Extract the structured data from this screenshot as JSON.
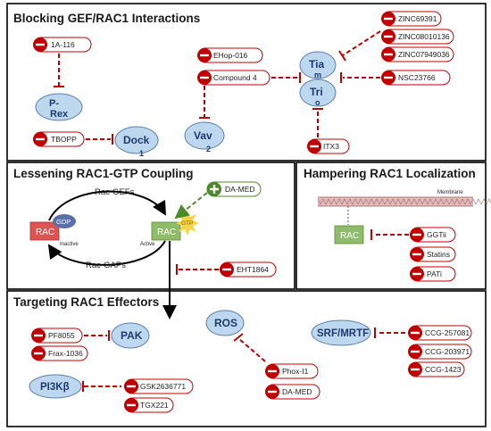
{
  "sections": {
    "blocking": {
      "title": "Blocking GEF/RAC1 Interactions"
    },
    "lessening": {
      "title": "Lessening RAC1-GTP Coupling"
    },
    "hampering": {
      "title": "Hampering RAC1 Localization"
    },
    "targeting": {
      "title": "Targeting RAC1 Effectors"
    }
  },
  "nodes": {
    "prex": [
      "P-",
      "Rex"
    ],
    "dock": [
      "Dock",
      "1"
    ],
    "vav": [
      "Vav",
      "2"
    ],
    "tiam": [
      "Tia",
      "m"
    ],
    "trio": [
      "Tri",
      "o"
    ],
    "pak": "PAK",
    "ros": "ROS",
    "srf": "SRF/MRTF",
    "pi3k": "PI3Kβ"
  },
  "inhibitors": {
    "ia116": "1A-116",
    "tbopp": "TBOPP",
    "ehop": "EHop-016",
    "compound4": "Compound 4",
    "zinc69391": "ZINC69391",
    "zinc08010136": "ZINC08010136",
    "zinc07949036": "ZINC07949036",
    "nsc23766": "NSC23766",
    "itx3": "ITX3",
    "ehtl864": "EHT1864",
    "ggtii": "GGTii",
    "statins": "Statins",
    "pati": "PATi",
    "pf8055": "PF8055",
    "frax": "Frax-1036",
    "gsk": "GSK2636771",
    "tgx": "TGX221",
    "phox": "Phox-I1",
    "damed2": "DA-MED",
    "ccg257081": "CCG-257081",
    "ccg203971": "CCG-203971",
    "ccg1423": "CCG-1423"
  },
  "activator": {
    "damed": "DA-MED"
  },
  "cycle": {
    "rac_gefs": "Rac-GEFs",
    "rac_gaps": "Rac-GAPs",
    "rac_inactive": "RAC",
    "rac_active": "RAC",
    "gdp": "GDP",
    "gtp": "GTP",
    "inactive": "Inactive",
    "active": "Active"
  },
  "localization": {
    "membrane": "Membrane",
    "rac": "RAC"
  },
  "colors": {
    "inhibitor_red": "#c00000",
    "activator_green": "#4a8a2a",
    "node_fill": "#bdd7ee",
    "node_text": "#1f3a6e",
    "rac_inactive": "#e05353",
    "rac_active": "#8fbc6a",
    "gdp": "#5b6fa8",
    "gtp": "#f5d547"
  }
}
